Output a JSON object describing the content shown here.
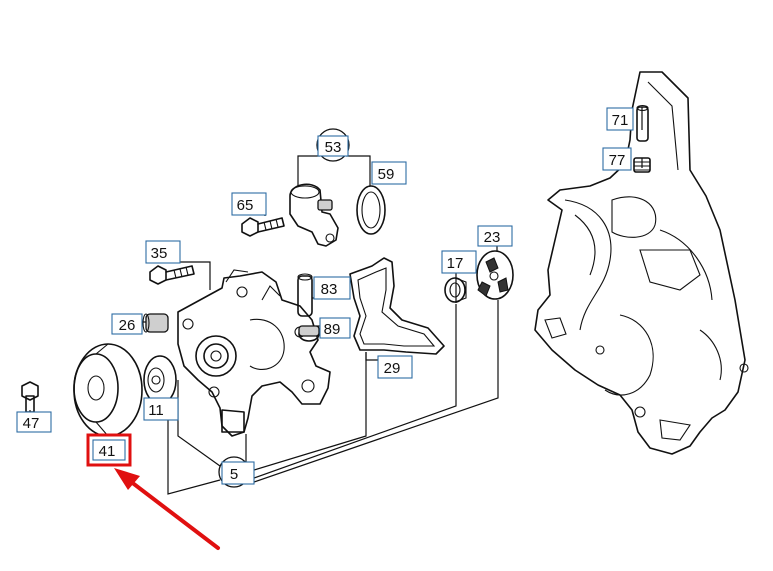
{
  "callouts": {
    "c71": "71",
    "c77": "77",
    "c53": "53",
    "c59": "59",
    "c65": "65",
    "c35": "35",
    "c17": "17",
    "c23": "23",
    "c83": "83",
    "c26": "26",
    "c89": "89",
    "c29": "29",
    "c11": "11",
    "c47": "47",
    "c41": "41",
    "c5": "5"
  },
  "highlight": {
    "target": "41",
    "color": "#e01010"
  },
  "colors": {
    "callout_border": "#2e6da4",
    "line_art": "#111111"
  }
}
